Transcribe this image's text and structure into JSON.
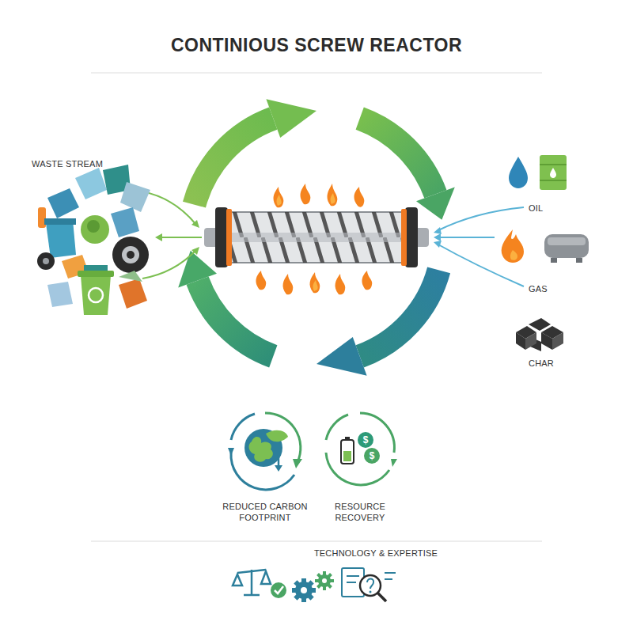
{
  "diagram": {
    "title": "CONTINIOUS SCREW REACTOR",
    "labels": [
      "WASTE STREAM",
      "OIL",
      "GAS",
      "CHAR",
      "REDUCED CARBON FOOTPRINT",
      "RESOURCE RECOVERY",
      "TECHNOLOGY & EXPERTISE"
    ]
  }
}
